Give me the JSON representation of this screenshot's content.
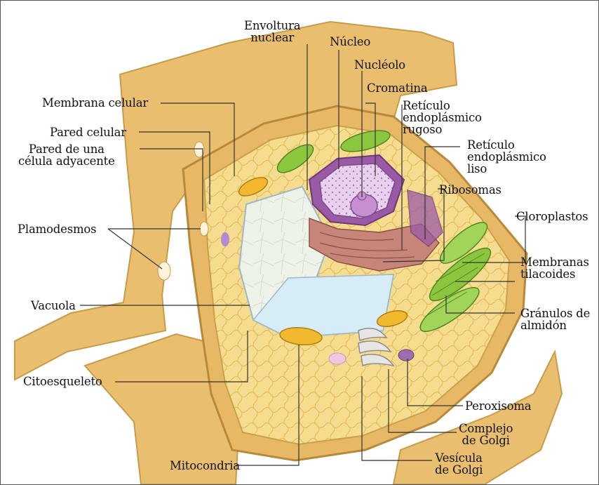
{
  "labels": {
    "envoltura_nuclear": "Envoltura\nnuclear",
    "nucleo": "Núcleo",
    "nucleolo": "Nucléolo",
    "cromatina": "Cromatina",
    "reticulo_rugoso": "Retículo\nendoplásmico\nrugoso",
    "reticulo_liso": "Retículo\nendoplásmico\nliso",
    "ribosomas": "Ribosomas",
    "cloroplastos": "Cloroplastos",
    "membranas_tilacoides": "Membranas\ntilacoides",
    "granulos_almidon": "Gránulos de\nalmidón",
    "peroxisoma": "Peroxisoma",
    "complejo_golgi": "Complejo\nde Golgi",
    "vesicula_golgi": "Vesícula\nde Golgi",
    "mitocondria": "Mitocondria",
    "citoesqueleto": "Citoesqueleto",
    "vacuola": "Vacuola",
    "plamodesmos": "Plamodesmos",
    "pared_adyacente": "Pared de una\ncélula adyacente",
    "pared_celular": "Pared celular",
    "membrana_celular": "Membrana celular"
  },
  "colors": {
    "wall": "#e9bf6f",
    "cytoplasm": "#f6dc8e",
    "vacuole": "#d6ecf6",
    "nucleus": "#9a5aa6",
    "chloroplast": "#8cc63f",
    "mitochondria": "#f2b830"
  }
}
